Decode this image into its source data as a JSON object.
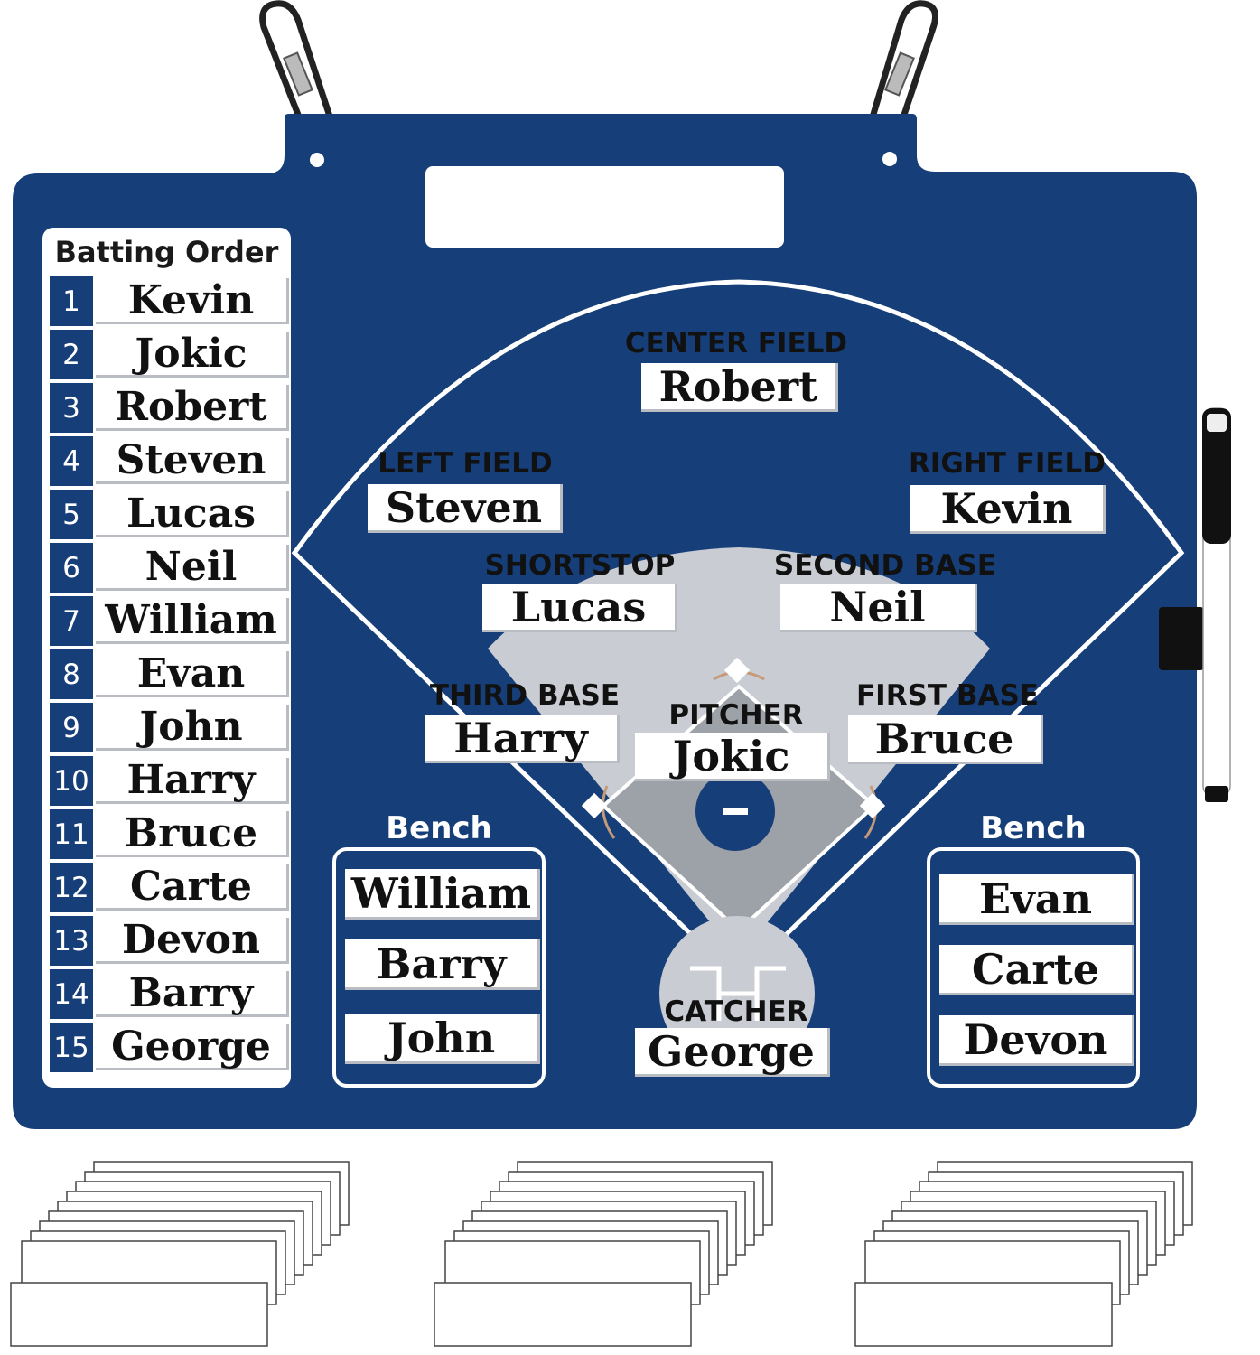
{
  "batting_order": {
    "title": "Batting Order",
    "entries": [
      {
        "num": "1",
        "name": "Kevin"
      },
      {
        "num": "2",
        "name": "Jokic"
      },
      {
        "num": "3",
        "name": "Robert"
      },
      {
        "num": "4",
        "name": "Steven"
      },
      {
        "num": "5",
        "name": "Lucas"
      },
      {
        "num": "6",
        "name": "Neil"
      },
      {
        "num": "7",
        "name": "William"
      },
      {
        "num": "8",
        "name": "Evan"
      },
      {
        "num": "9",
        "name": "John"
      },
      {
        "num": "10",
        "name": "Harry"
      },
      {
        "num": "11",
        "name": "Bruce"
      },
      {
        "num": "12",
        "name": "Carte"
      },
      {
        "num": "13",
        "name": "Devon"
      },
      {
        "num": "14",
        "name": "Barry"
      },
      {
        "num": "15",
        "name": "George"
      }
    ]
  },
  "positions": {
    "center_field": {
      "label": "CENTER FIELD",
      "player": "Robert"
    },
    "left_field": {
      "label": "LEFT FIELD",
      "player": "Steven"
    },
    "right_field": {
      "label": "RIGHT FIELD",
      "player": "Kevin"
    },
    "shortstop": {
      "label": "SHORTSTOP",
      "player": "Lucas"
    },
    "second_base": {
      "label": "SECOND BASE",
      "player": "Neil"
    },
    "third_base": {
      "label": "THIRD BASE",
      "player": "Harry"
    },
    "pitcher": {
      "label": "PITCHER",
      "player": "Jokic"
    },
    "first_base": {
      "label": "FIRST BASE",
      "player": "Bruce"
    },
    "catcher": {
      "label": "CATCHER",
      "player": "George"
    }
  },
  "bench_left": {
    "title": "Bench",
    "players": [
      "William",
      "Barry",
      "John"
    ]
  },
  "bench_right": {
    "title": "Bench",
    "players": [
      "Evan",
      "Carte",
      "Devon"
    ]
  },
  "colors": {
    "board": "#163e78",
    "field_line": "#ffffff",
    "infield": "#c9ccd2",
    "infield_inner": "#9da1a8"
  }
}
